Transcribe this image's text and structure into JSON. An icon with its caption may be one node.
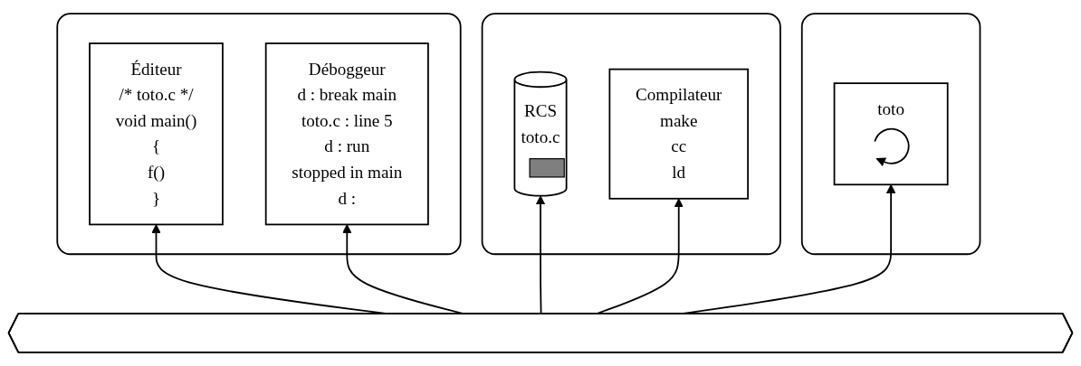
{
  "diagram": {
    "nodes": [
      {
        "text": [],
        "shape": "box"
      },
      {
        "text": [
          "Éditeur",
          "/* toto.c */",
          "void main()",
          "{",
          "f()",
          "}"
        ],
        "in": 0
      },
      {
        "text": [
          "Déboggeur",
          "d : break main",
          "toto.c : line 5",
          "d : run",
          "stopped in main",
          "d :"
        ],
        "in": 0
      },
      {
        "text": [],
        "shape": "box"
      },
      {
        "text": [
          "RCS",
          "toto.c"
        ],
        "in": 3
      },
      {
        "text": [
          "Compilateur",
          "make",
          "cc",
          "ld"
        ],
        "in": 3
      },
      {
        "text": [],
        "shape": "box"
      },
      {
        "text": [
          "toto"
        ],
        "in": 6
      },
      {
        "text": [],
        "shape": "bar"
      }
    ],
    "edges": [
      {
        "from": 8,
        "to": 1,
        "arrow": "to"
      },
      {
        "from": 8,
        "to": 2,
        "arrow": "to"
      },
      {
        "from": 8,
        "to": 4,
        "arrow": "to"
      },
      {
        "from": 8,
        "to": 5,
        "arrow": "to"
      },
      {
        "from": 8,
        "to": 7,
        "arrow": "to"
      }
    ]
  }
}
